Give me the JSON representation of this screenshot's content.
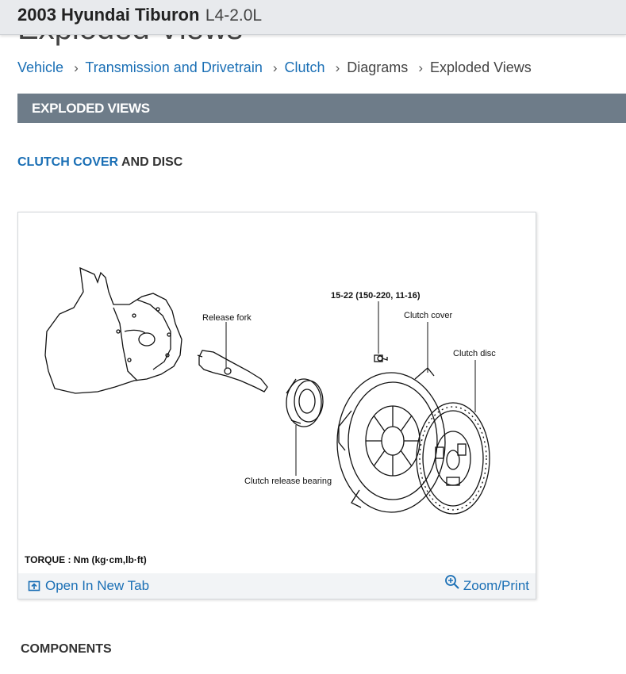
{
  "page": {
    "behind_title": "Exploded Views"
  },
  "header": {
    "model": "2003 Hyundai Tiburon",
    "engine": "L4-2.0L"
  },
  "breadcrumb": {
    "items": [
      "Vehicle",
      "Transmission and Drivetrain",
      "Clutch",
      "Diagrams",
      "Exploded Views"
    ]
  },
  "section": {
    "title": "EXPLODED VIEWS"
  },
  "subsection": {
    "link_text": "CLUTCH COVER",
    "rest_text": " AND DISC"
  },
  "figure": {
    "labels": {
      "release_fork": "Release fork",
      "torque_spec": "15-22 (150-220, 11-16)",
      "clutch_cover": "Clutch cover",
      "clutch_disc": "Clutch disc",
      "release_bearing": "Clutch release bearing",
      "torque_units": "TORQUE : Nm (kg·cm,lb·ft)"
    },
    "open_tab_label": "Open In New Tab",
    "zoom_label": "Zoom/Print"
  },
  "components": {
    "title": "COMPONENTS"
  },
  "colors": {
    "link": "#1a6fb5",
    "section_bar": "#6e7c89",
    "header_bg": "#e8eaed"
  }
}
